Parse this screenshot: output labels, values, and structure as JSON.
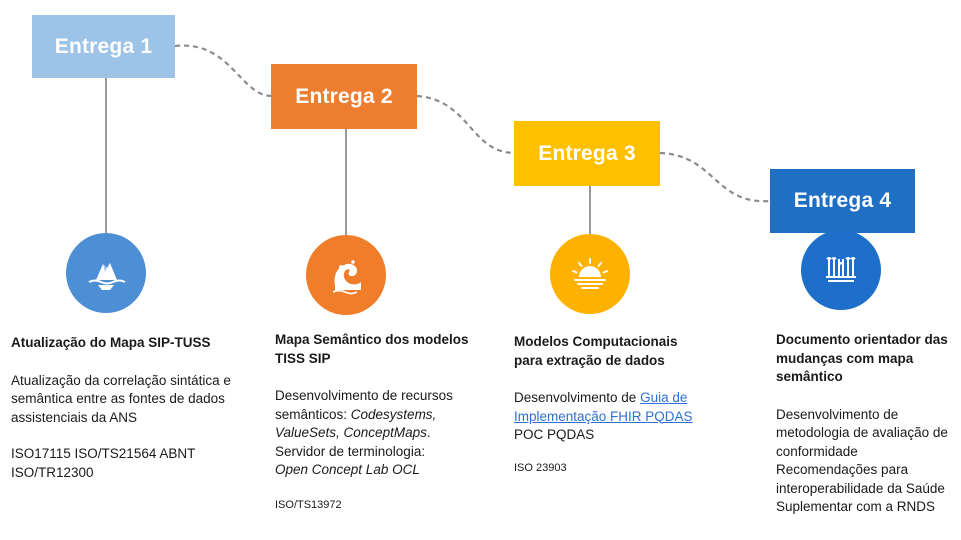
{
  "colors": {
    "entrega1": "#9dc3e6",
    "entrega2": "#ed7d31",
    "entrega3": "#ffc000",
    "entrega4": "#1f6fc5",
    "connector": "#8c8c8c",
    "link": "#2f6fd6"
  },
  "deliveries": [
    {
      "label": "Entrega 1",
      "icon": "iceberg-icon",
      "title": "Atualização do Mapa SIP-TUSS",
      "desc": "Atualização da correlação sintática e semântica entre as fontes de dados assistenciais da ANS",
      "standards": "ISO17115 ISO/TS21564 ABNT ISO/TR12300"
    },
    {
      "label": "Entrega 2",
      "icon": "wave-icon",
      "title": "Mapa Semântico dos modelos TISS SIP",
      "desc_prefix": "Desenvolvimento de recursos semânticos: ",
      "desc_italic": "Codesystems, ValueSets, ConceptMaps",
      "desc_suffix": ".",
      "desc2": "Servidor de terminologia:",
      "desc2_italic": "Open Concept Lab OCL",
      "standards": "ISO/TS13972"
    },
    {
      "label": "Entrega 3",
      "icon": "sunrise-icon",
      "title": "Modelos Computacionais para extração de dados",
      "desc_prefix": "Desenvolvimento de ",
      "link": "Guia de Implementação FHIR PQDAS",
      "desc2": "POC PQDAS",
      "standards": "ISO 23903"
    },
    {
      "label": "Entrega 4",
      "icon": "pillars-icon",
      "title": "Documento orientador das mudanças com mapa semântico",
      "desc": "Desenvolvimento de metodologia de avaliação de conformidade",
      "desc2": "Recomendações para interoperabilidade da Saúde Suplementar com a RNDS"
    }
  ]
}
